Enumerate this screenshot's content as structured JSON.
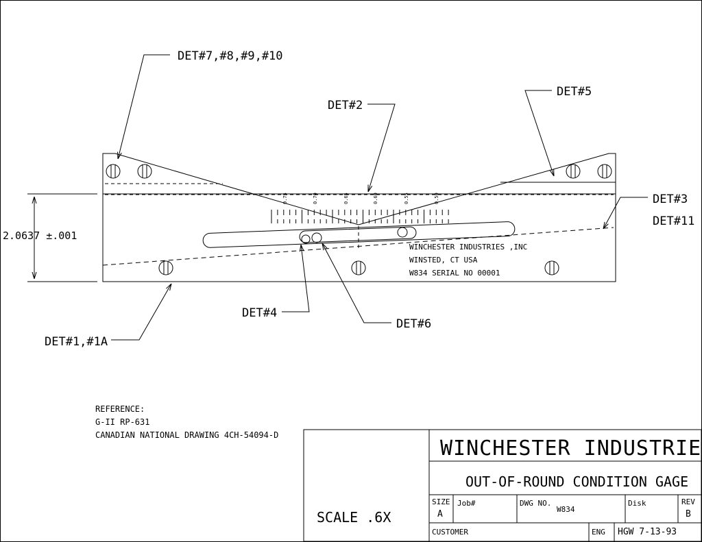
{
  "callouts": {
    "det7": "DET#7,#8,#9,#10",
    "det2": "DET#2",
    "det5": "DET#5",
    "det3": "DET#3",
    "det11": "DET#11",
    "det4": "DET#4",
    "det6": "DET#6",
    "det1": "DET#1,#1A"
  },
  "dimension": {
    "height": "2.0637 ±.001"
  },
  "scale_ticks": [
    "0.75",
    "0.70",
    "0.65",
    "0.60",
    "0.55",
    "0.50"
  ],
  "engraving": {
    "line1": "WINCHESTER INDUSTRIES ,INC",
    "line2": "WINSTED, CT USA",
    "line3": "W834   SERIAL NO 00001"
  },
  "reference": {
    "heading": "REFERENCE:",
    "line1": "G-II RP-631",
    "line2": "CANADIAN NATIONAL DRAWING 4CH-54094-D"
  },
  "title_block": {
    "company": "WINCHESTER INDUSTRIES INC.",
    "title": "OUT-OF-ROUND CONDITION GAGE",
    "scale": "SCALE .6X",
    "size_label": "SIZE",
    "size_value": "A",
    "job_label": "Job#",
    "dwg_label": "DWG NO.",
    "dwg_value": "W834",
    "disk_label": "Disk",
    "rev_label": "REV",
    "rev_value": "B",
    "customer_label": "CUSTOMER",
    "eng_label": "ENG",
    "eng_value": "HGW 7-13-93"
  }
}
